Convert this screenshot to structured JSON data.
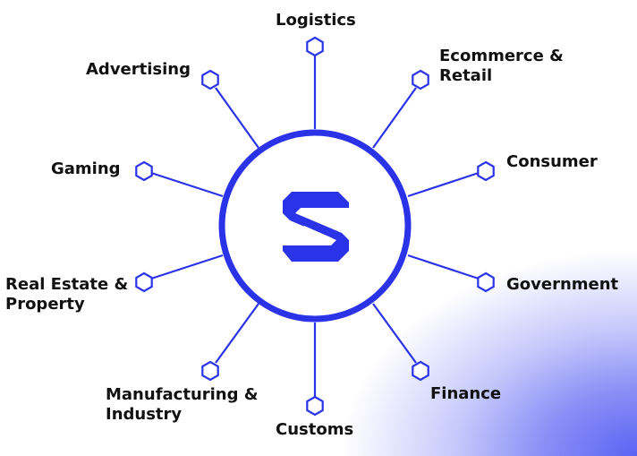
{
  "accent_color": "#2b33e8",
  "center": {
    "logo_icon": "s-logo-icon"
  },
  "nodes": [
    {
      "id": "logistics",
      "label": "Logistics"
    },
    {
      "id": "ecommerce-retail",
      "label": "Ecommerce &\nRetail"
    },
    {
      "id": "consumer",
      "label": "Consumer"
    },
    {
      "id": "government",
      "label": "Government"
    },
    {
      "id": "finance",
      "label": "Finance"
    },
    {
      "id": "customs",
      "label": "Customs"
    },
    {
      "id": "manufacturing-industry",
      "label": "Manufacturing &\nIndustry"
    },
    {
      "id": "real-estate-property",
      "label": "Real Estate &\nProperty"
    },
    {
      "id": "gaming",
      "label": "Gaming"
    },
    {
      "id": "advertising",
      "label": "Advertising"
    }
  ]
}
